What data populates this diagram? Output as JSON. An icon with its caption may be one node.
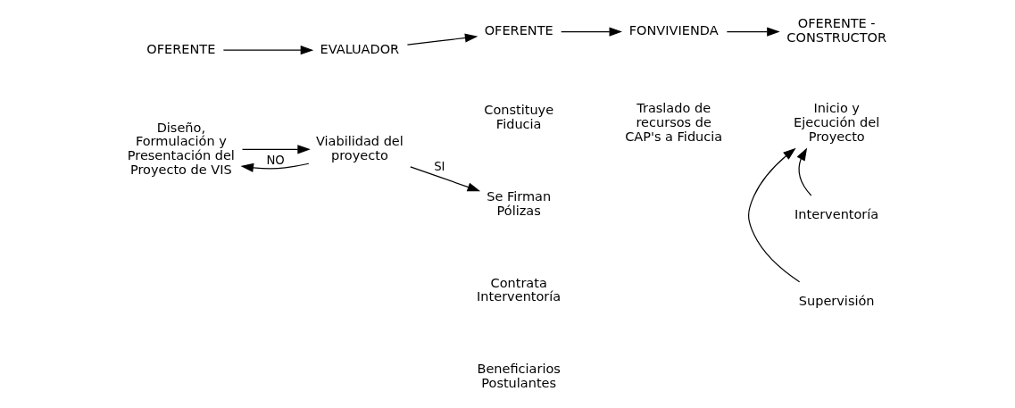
{
  "diagram": {
    "nodes": [
      {
        "text": [
          "OFERENTE"
        ]
      },
      {
        "text": [
          "EVALUADOR"
        ]
      },
      {
        "text": [
          "OFERENTE"
        ]
      },
      {
        "text": [
          "FONVIVIENDA"
        ]
      },
      {
        "text": [
          "OFERENTE - CONSTRUCTOR"
        ]
      },
      {
        "text": [
          "Diseño, Formulación y Presentación del Proyecto de VIS"
        ]
      },
      {
        "text": [
          "Viabilidad del proyecto"
        ]
      },
      {
        "text": [
          "Constituye Fiducia"
        ]
      },
      {
        "text": [
          "Se Firman Pólizas"
        ]
      },
      {
        "text": [
          "Contrata Interventoría"
        ]
      },
      {
        "text": [
          "Beneficiarios Postulantes"
        ]
      },
      {
        "text": [
          "Traslado de recursos de CAP's a Fiducia"
        ]
      },
      {
        "text": [
          "Inicio y Ejecución del Proyecto"
        ]
      },
      {
        "text": [
          "Interventoría"
        ]
      },
      {
        "text": [
          "Supervisión"
        ]
      }
    ],
    "edges": [
      {
        "from": 0,
        "to": 1,
        "arrow": "to"
      },
      {
        "from": 1,
        "to": 2,
        "arrow": "to"
      },
      {
        "from": 2,
        "to": 3,
        "arrow": "to"
      },
      {
        "from": 3,
        "to": 4,
        "arrow": "to"
      },
      {
        "from": 5,
        "to": 6,
        "arrow": "to"
      },
      {
        "from": 6,
        "to": 8,
        "arrow": "to",
        "label": "SI"
      },
      {
        "from": 6,
        "to": 5,
        "arrow": "to",
        "label": "NO"
      },
      {
        "from": 13,
        "to": 12,
        "arrow": "to"
      },
      {
        "from": 14,
        "to": 12,
        "arrow": "to"
      }
    ]
  }
}
